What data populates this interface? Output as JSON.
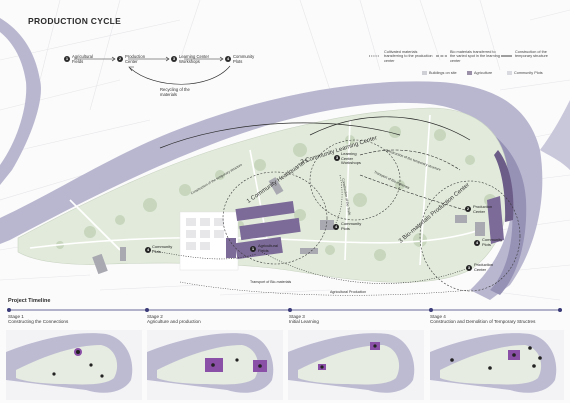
{
  "title": "PRODUCTION CYCLE",
  "cycle": {
    "steps": [
      {
        "num": "1",
        "label": "Agricultural Fields"
      },
      {
        "num": "2",
        "label": "Production Center"
      },
      {
        "num": "3",
        "label": "Learning Center Workshops"
      },
      {
        "num": "4",
        "label": "Community Plots"
      }
    ],
    "recycle_label": "Recycling of the materials"
  },
  "legend": {
    "lines": [
      {
        "label": "Cultivated materials transferring to the production center",
        "icon": "dotted-line-icon"
      },
      {
        "label": "Bio materials transferred to the varied spot in the learning center",
        "icon": "dashed-line-icon"
      },
      {
        "label": "Construction of the temporary structure",
        "icon": "solid-line-icon"
      }
    ],
    "areas": [
      {
        "label": "Buildings on site",
        "color": "#cfcfd6"
      },
      {
        "label": "Agriculture",
        "color": "#9a90a8"
      },
      {
        "label": "Community Plots",
        "color": "#d9d9e0"
      }
    ]
  },
  "map": {
    "zones": [
      {
        "label": "2 Community Learning Center"
      },
      {
        "label": "1 Community Headquarters"
      },
      {
        "label": "3 Bio-materials Production Center"
      }
    ],
    "points": [
      {
        "num": "1",
        "label": "Agricultural Fields"
      },
      {
        "num": "2",
        "label": "Production Center"
      },
      {
        "num": "3",
        "label": "Learning Center Workshops"
      },
      {
        "num": "3",
        "label": "Production Center"
      },
      {
        "num": "4",
        "label": "Community Plots"
      },
      {
        "num": "4",
        "label": "Community Plots"
      },
      {
        "num": "4",
        "label": "Community Plots"
      }
    ],
    "paths": [
      {
        "label": "Construction of the temporary structure"
      },
      {
        "label": "Construction of the temporary structure"
      },
      {
        "label": "Transport of Bio-materials"
      },
      {
        "label": "Transport of Bio-materials"
      },
      {
        "label": "Agricultural Production"
      },
      {
        "label": "Construction of the Trails"
      }
    ]
  },
  "timeline": {
    "title": "Project Timeline",
    "stages": [
      {
        "stage": "Stage 1",
        "desc": "Constructing the Connections"
      },
      {
        "stage": "Stage 2",
        "desc": "Agriculture and production"
      },
      {
        "stage": "Stage 3",
        "desc": "Initial Learning"
      },
      {
        "stage": "Stage 4",
        "desc": "Construction and Demolition of Temporary Structres"
      }
    ]
  },
  "colors": {
    "river": "#b9b7d0",
    "river_dark": "#9692b6",
    "land": "#e2ebdb",
    "building": "#7c6a98",
    "accent_purple": "#8a4fa6",
    "line": "#2b2b2b"
  }
}
